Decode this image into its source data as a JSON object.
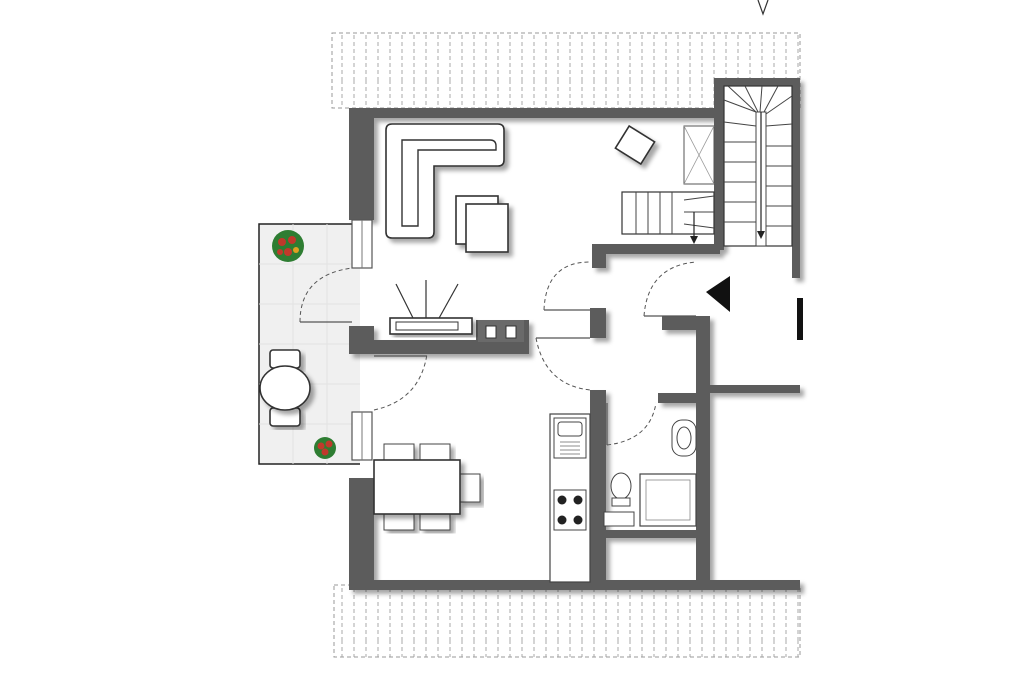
{
  "floor_plan": {
    "rooms": [
      "living-room",
      "dining-kitchen",
      "bathroom",
      "hallway",
      "staircase",
      "terrace"
    ],
    "north_arrow": "north-arrow-icon",
    "colors": {
      "walls": "#5b5b5b",
      "floor": "#ffffff",
      "terrace": "#f0f0f0",
      "plants": "#c0392b",
      "foliage": "#2e7d32"
    }
  }
}
